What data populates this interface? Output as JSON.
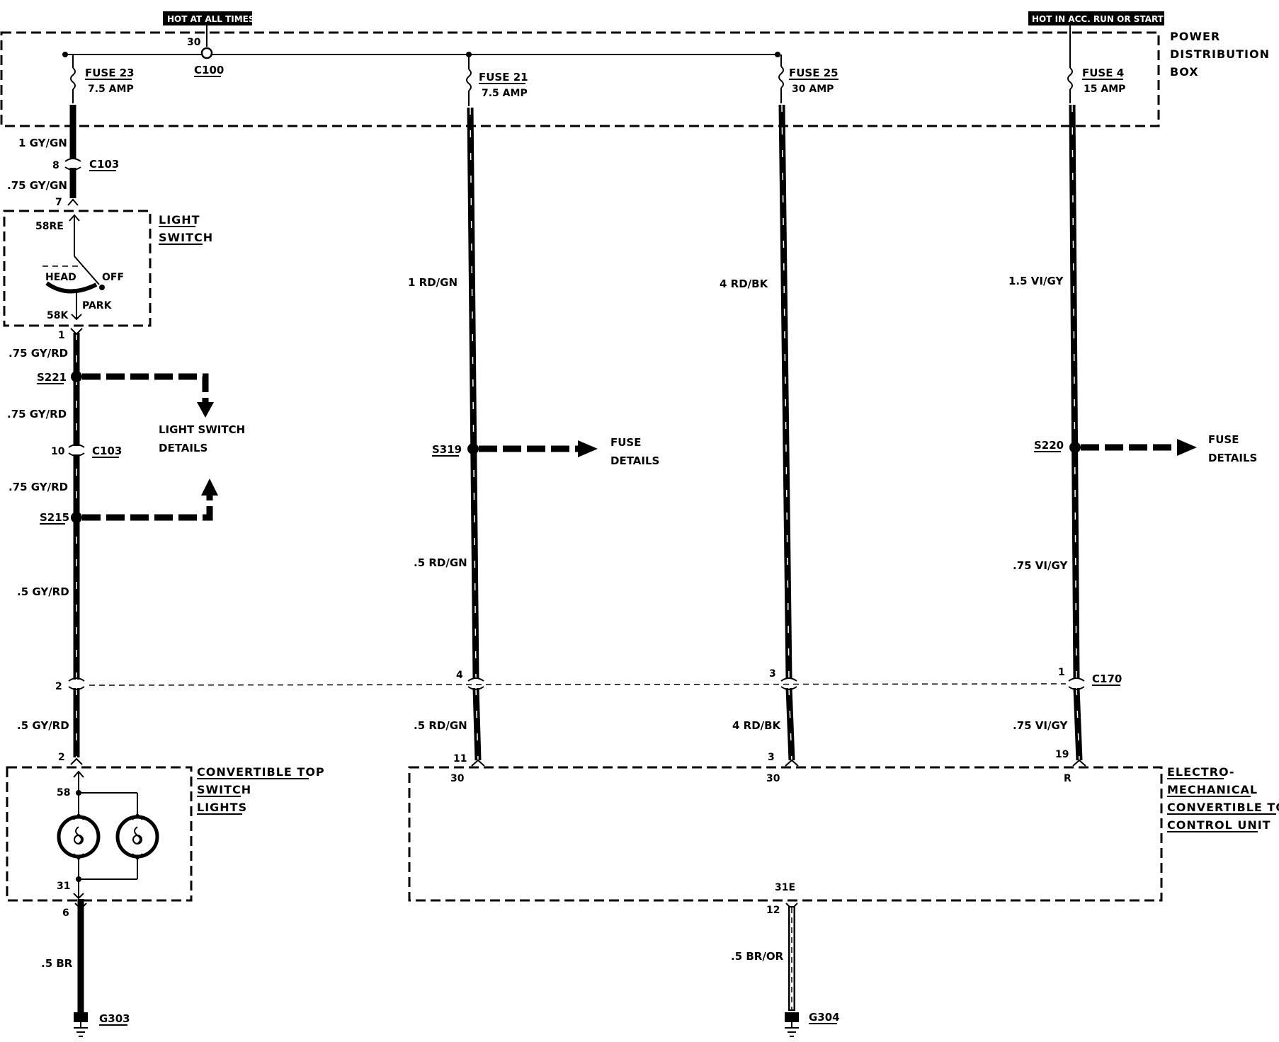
{
  "header": {
    "hot_at_all_times": "HOT AT ALL TIMES",
    "hot_in_acc": "HOT IN ACC. RUN OR START"
  },
  "power_box": {
    "title_line1": "POWER",
    "title_line2": "DISTRIBUTION",
    "title_line3": "BOX",
    "terminal_30": "30",
    "connector_c100": "C100"
  },
  "fuses": [
    {
      "name": "FUSE 23",
      "rating": "7.5 AMP"
    },
    {
      "name": "FUSE 21",
      "rating": "7.5 AMP"
    },
    {
      "name": "FUSE 25",
      "rating": "30 AMP"
    },
    {
      "name": "FUSE 4",
      "rating": "15 AMP"
    }
  ],
  "wires": {
    "w1_gygn": "1 GY/GN",
    "w075_gygn": ".75 GY/GN",
    "w075_gyrd_a": ".75 GY/RD",
    "w075_gyrd_b": ".75 GY/RD",
    "w075_gyrd_c": ".75 GY/RD",
    "w05_gyrd_a": ".5 GY/RD",
    "w05_gyrd_b": ".5 GY/RD",
    "w05_br": ".5 BR",
    "w1_rdgn": "1 RD/GN",
    "w05_rdgn_a": ".5 RD/GN",
    "w05_rdgn_b": ".5 RD/GN",
    "w4_rdbk_a": "4 RD/BK",
    "w4_rdbk_b": "4 RD/BK",
    "w15_vigy": "1.5 VI/GY",
    "w075_vigy_a": ".75 VI/GY",
    "w075_vigy_b": ".75 VI/GY",
    "w05_bror": ".5 BR/OR"
  },
  "connectors": {
    "c103_top": "C103",
    "c103_mid": "C103",
    "c170": "C170"
  },
  "pins": {
    "p8": "8",
    "p7": "7",
    "p1": "1",
    "p10": "10",
    "p2_mid": "2",
    "p2_low": "2",
    "p6": "6",
    "p4": "4",
    "p11": "11",
    "p30_a": "30",
    "p3_mid": "3",
    "p3_low": "3",
    "p30_b": "30",
    "p1_c170": "1",
    "p19": "19",
    "pR": "R",
    "p31e": "31E",
    "p12": "12",
    "p58": "58",
    "p31": "31"
  },
  "light_switch": {
    "title_line1": "LIGHT",
    "title_line2": "SWITCH",
    "t58re": "58RE",
    "t58k": "58K",
    "head": "HEAD",
    "off": "OFF",
    "park": "PARK"
  },
  "splices": {
    "s221": "S221",
    "s215": "S215",
    "s319": "S319",
    "s220": "S220"
  },
  "references": {
    "light_switch_details_1": "LIGHT SWITCH",
    "light_switch_details_2": "DETAILS",
    "fuse_details_a1": "FUSE",
    "fuse_details_a2": "DETAILS",
    "fuse_details_b1": "FUSE",
    "fuse_details_b2": "DETAILS"
  },
  "conv_top_lights": {
    "line1": "CONVERTIBLE TOP",
    "line2": "SWITCH",
    "line3": "LIGHTS"
  },
  "control_unit": {
    "line1": "ELECTRO-",
    "line2": "MECHANICAL",
    "line3": "CONVERTIBLE TOP",
    "line4": "CONTROL UNIT"
  },
  "grounds": {
    "g303": "G303",
    "g304": "G304"
  }
}
